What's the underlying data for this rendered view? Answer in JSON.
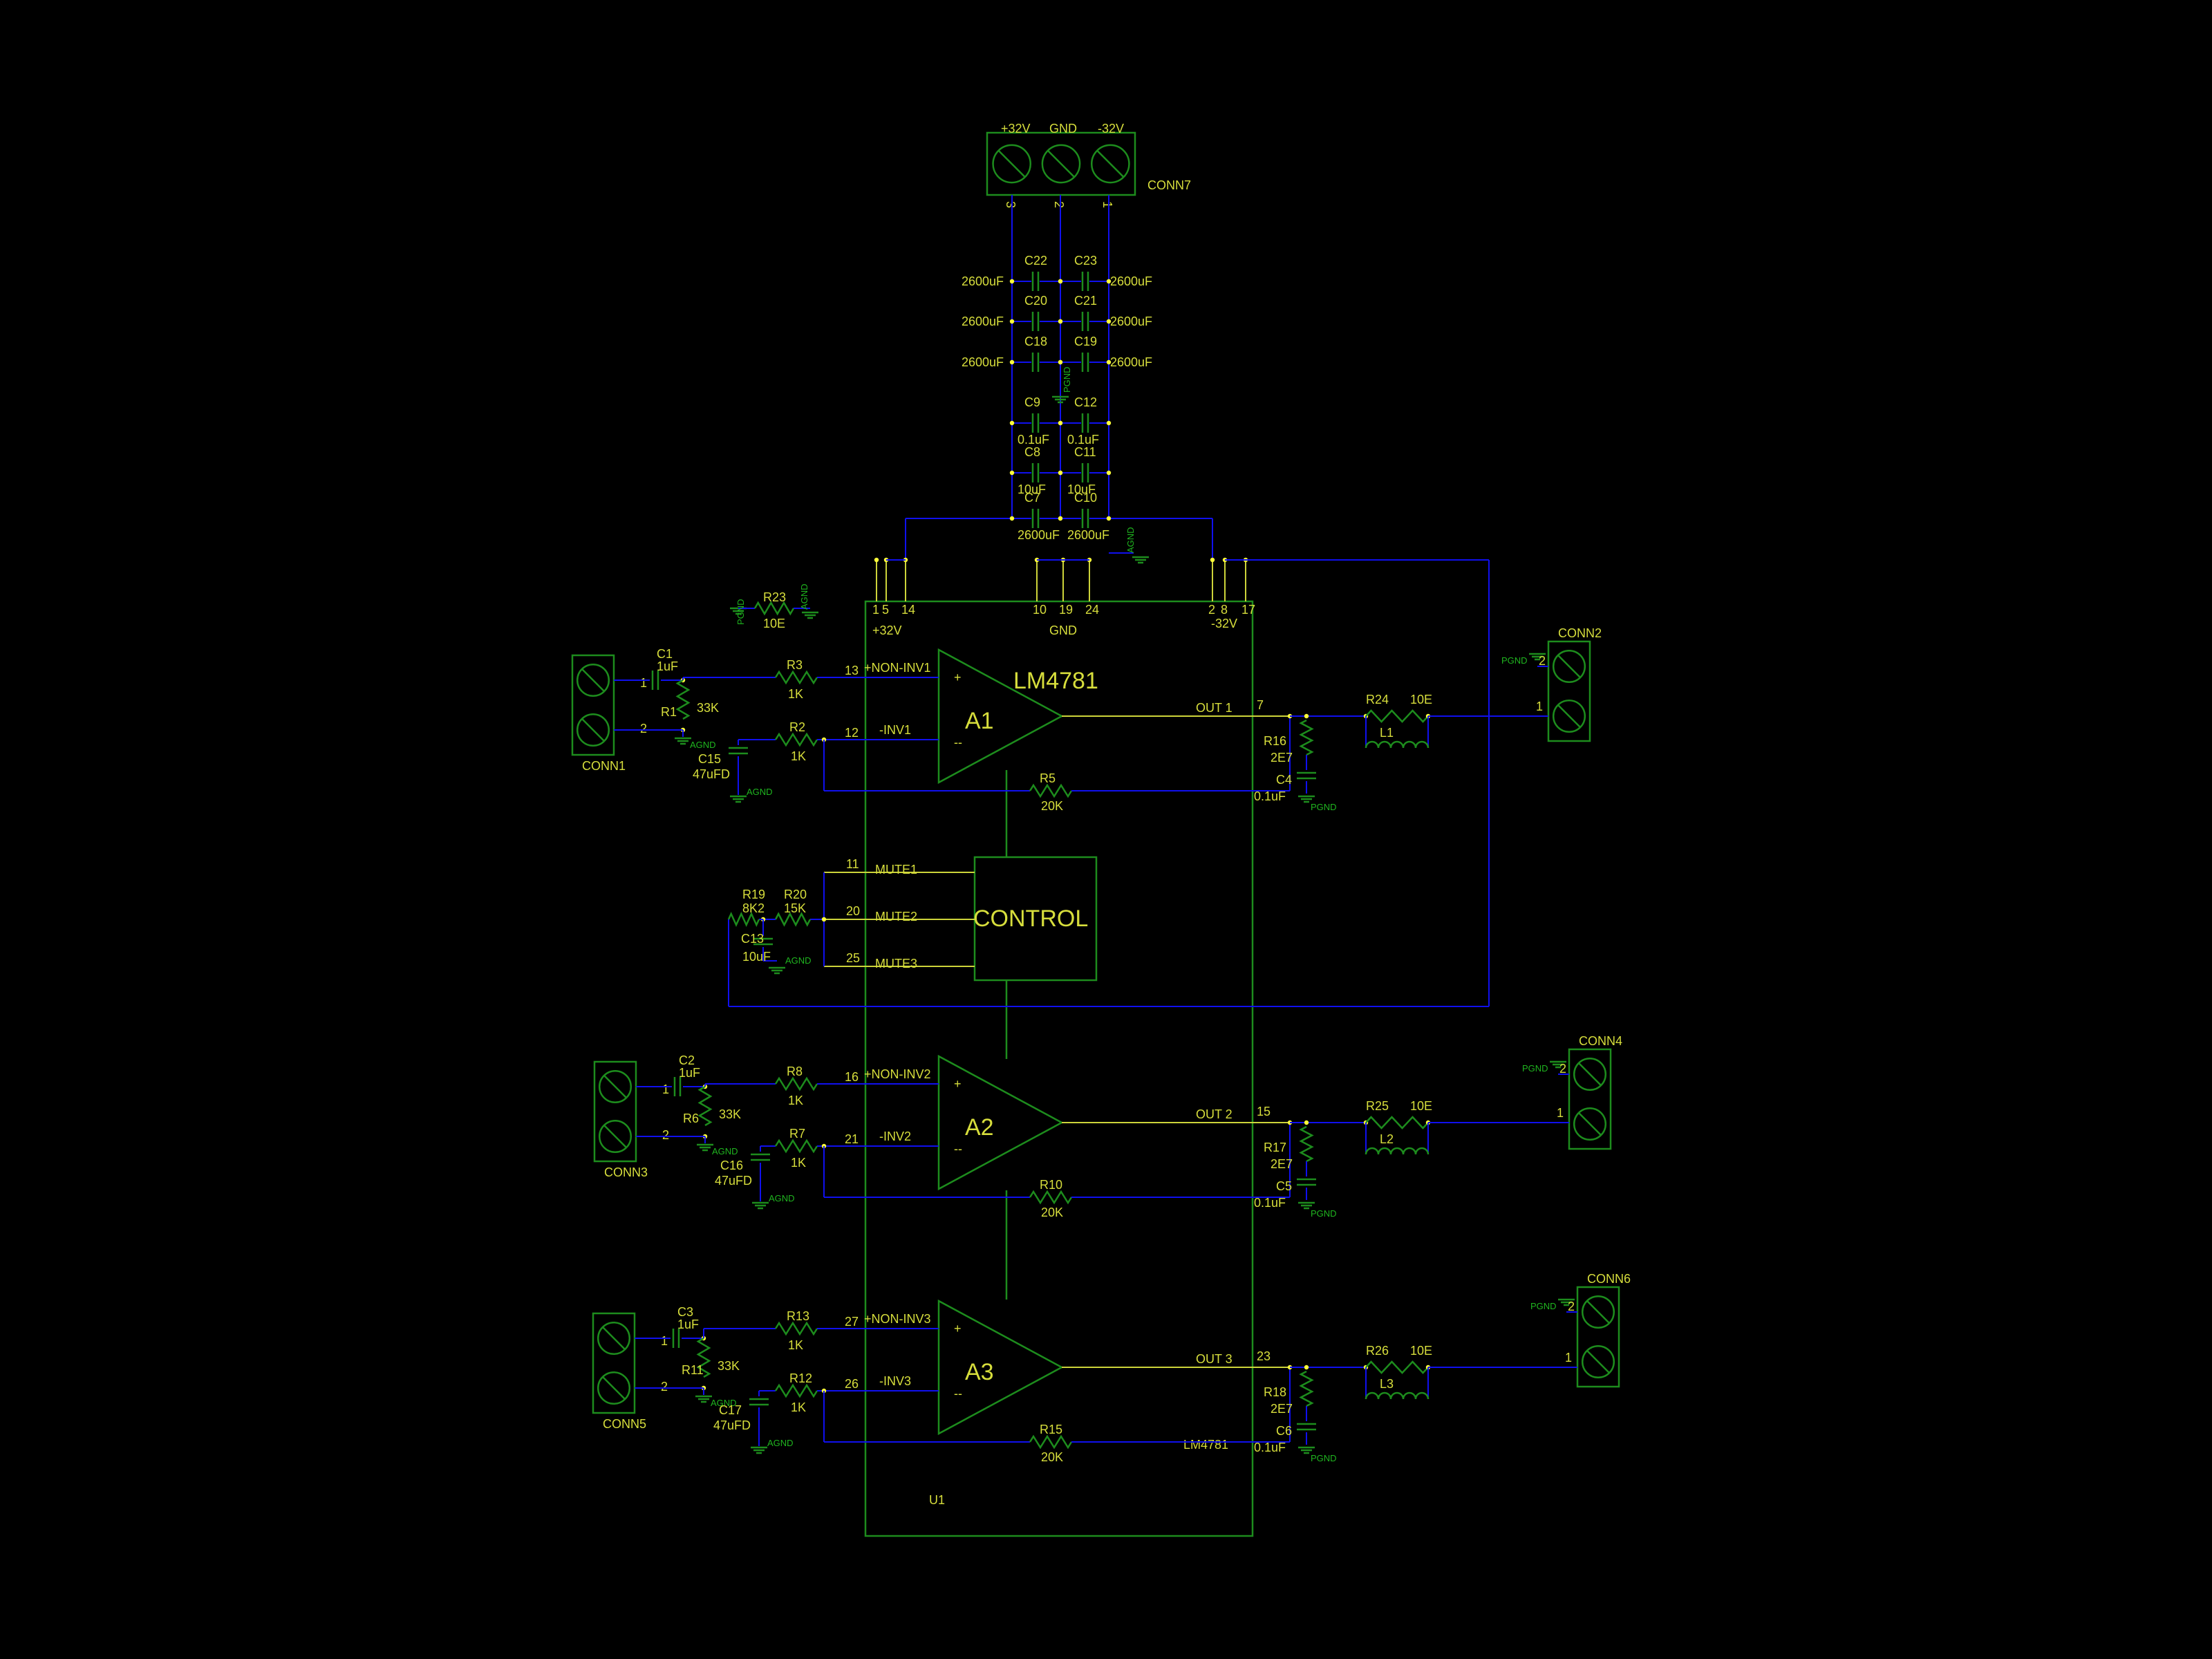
{
  "power_conn": {
    "name": "CONN7",
    "pin_labels": [
      "+32V",
      "GND",
      "-32V"
    ],
    "pin_numbers": [
      "3",
      "2",
      "1"
    ]
  },
  "supply_caps": [
    {
      "name": "C22",
      "value": "2600uF"
    },
    {
      "name": "C23",
      "value": "2600uF"
    },
    {
      "name": "C20",
      "value": "2600uF"
    },
    {
      "name": "C21",
      "value": "2600uF"
    },
    {
      "name": "C18",
      "value": "2600uF"
    },
    {
      "name": "C19",
      "value": "2600uF"
    },
    {
      "name": "C9",
      "value": "0.1uF"
    },
    {
      "name": "C12",
      "value": "0.1uF"
    },
    {
      "name": "C8",
      "value": "10uF"
    },
    {
      "name": "C11",
      "value": "10uF"
    },
    {
      "name": "C7",
      "value": "2600uF"
    },
    {
      "name": "C10",
      "value": "2600uF"
    }
  ],
  "chip": {
    "name": "LM4781",
    "ref": "U1",
    "bottom_label": "LM4781",
    "rails": [
      {
        "pins": [
          "1",
          "5",
          "14"
        ],
        "label": "+32V"
      },
      {
        "pins": [
          "10",
          "19",
          "24"
        ],
        "label": "GND"
      },
      {
        "pins": [
          "2",
          "8",
          "17"
        ],
        "label": "-32V"
      }
    ],
    "control": {
      "label": "CONTROL",
      "mutes": [
        {
          "pin": "11",
          "label": "MUTE1"
        },
        {
          "pin": "20",
          "label": "MUTE2"
        },
        {
          "pin": "25",
          "label": "MUTE3"
        }
      ]
    }
  },
  "grounds": {
    "agnd": "AGND",
    "pgnd": "PGND"
  },
  "mute_network": {
    "r19": {
      "name": "R19",
      "value": "8K2"
    },
    "r20": {
      "name": "R20",
      "value": "15K"
    },
    "c13": {
      "name": "C13",
      "value": "10uF"
    }
  },
  "r23": {
    "name": "R23",
    "value": "10E"
  },
  "channels": [
    {
      "amp": "A1",
      "in_conn": "CONN1",
      "out_conn": "CONN2",
      "cin": {
        "name": "C1",
        "value": "1uF"
      },
      "rbias": {
        "name": "R1",
        "value": "33K"
      },
      "rin": {
        "name": "R3",
        "value": "1K"
      },
      "rinv": {
        "name": "R2",
        "value": "1K"
      },
      "cinv": {
        "name": "C15",
        "value": "47uFD"
      },
      "rfb": {
        "name": "R5",
        "value": "20K"
      },
      "rz": {
        "name": "R16",
        "value": "2E7"
      },
      "cz": {
        "name": "C4",
        "value": "0.1uF"
      },
      "rout": {
        "name": "R24",
        "value": "10E"
      },
      "lout": {
        "name": "L1"
      },
      "pin_noninv": "13",
      "label_noninv": "+NON-INV1",
      "pin_inv": "12",
      "label_inv": "-INV1",
      "pin_out": "7",
      "label_out": "OUT 1",
      "plus": "+",
      "minus": "--",
      "in_pins": [
        "1",
        "2"
      ],
      "out_pins": [
        "2",
        "1"
      ]
    },
    {
      "amp": "A2",
      "in_conn": "CONN3",
      "out_conn": "CONN4",
      "cin": {
        "name": "C2",
        "value": "1uF"
      },
      "rbias": {
        "name": "R6",
        "value": "33K"
      },
      "rin": {
        "name": "R8",
        "value": "1K"
      },
      "rinv": {
        "name": "R7",
        "value": "1K"
      },
      "cinv": {
        "name": "C16",
        "value": "47uFD"
      },
      "rfb": {
        "name": "R10",
        "value": "20K"
      },
      "rz": {
        "name": "R17",
        "value": "2E7"
      },
      "cz": {
        "name": "C5",
        "value": "0.1uF"
      },
      "rout": {
        "name": "R25",
        "value": "10E"
      },
      "lout": {
        "name": "L2"
      },
      "pin_noninv": "16",
      "label_noninv": "+NON-INV2",
      "pin_inv": "21",
      "label_inv": "-INV2",
      "pin_out": "15",
      "label_out": "OUT 2",
      "plus": "+",
      "minus": "--",
      "in_pins": [
        "1",
        "2"
      ],
      "out_pins": [
        "2",
        "1"
      ]
    },
    {
      "amp": "A3",
      "in_conn": "CONN5",
      "out_conn": "CONN6",
      "cin": {
        "name": "C3",
        "value": "1uF"
      },
      "rbias": {
        "name": "R11",
        "value": "33K"
      },
      "rin": {
        "name": "R13",
        "value": "1K"
      },
      "rinv": {
        "name": "R12",
        "value": "1K"
      },
      "cinv": {
        "name": "C17",
        "value": "47uFD"
      },
      "rfb": {
        "name": "R15",
        "value": "20K"
      },
      "rz": {
        "name": "R18",
        "value": "2E7"
      },
      "cz": {
        "name": "C6",
        "value": "0.1uF"
      },
      "rout": {
        "name": "R26",
        "value": "10E"
      },
      "lout": {
        "name": "L3"
      },
      "pin_noninv": "27",
      "label_noninv": "+NON-INV3",
      "pin_inv": "26",
      "label_inv": "-INV3",
      "pin_out": "23",
      "label_out": "OUT 3",
      "plus": "+",
      "minus": "--",
      "in_pins": [
        "1",
        "2"
      ],
      "out_pins": [
        "2",
        "1"
      ]
    }
  ]
}
